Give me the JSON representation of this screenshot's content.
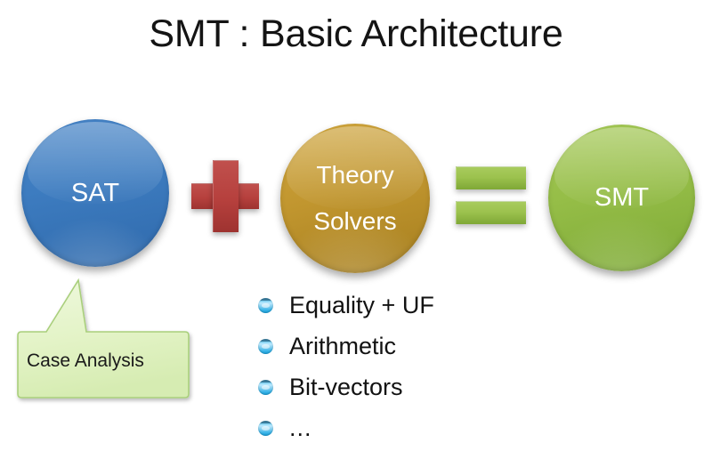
{
  "slide": {
    "title": "SMT : Basic Architecture",
    "background_color": "#ffffff"
  },
  "diagram": {
    "equation": [
      {
        "id": "sat",
        "shape": "circle",
        "label": "SAT",
        "color": "#3d7cc0",
        "text_color": "#ffffff"
      },
      {
        "id": "plus",
        "shape": "plus-operator",
        "label": "+",
        "color": "#b6403d"
      },
      {
        "id": "theory-solvers",
        "shape": "circle",
        "label": "Theory\nSolvers",
        "color": "#c1962f",
        "text_color": "#ffffff"
      },
      {
        "id": "equals",
        "shape": "equals-operator",
        "label": "=",
        "color": "#9cc24e"
      },
      {
        "id": "smt",
        "shape": "circle",
        "label": "SMT",
        "color": "#95bd47",
        "text_color": "#ffffff"
      }
    ],
    "callout": {
      "label": "Case Analysis",
      "fill_color": "#e2f2c4",
      "border_color": "#a9cf7b",
      "text_color": "#1a1a1a",
      "points_to": "sat"
    },
    "theory_list": {
      "bullet_style": "glossy-blue-sphere",
      "bullet_color": "#38b5ea",
      "items": [
        "Equality + UF",
        "Arithmetic",
        "Bit-vectors",
        "..."
      ]
    }
  }
}
